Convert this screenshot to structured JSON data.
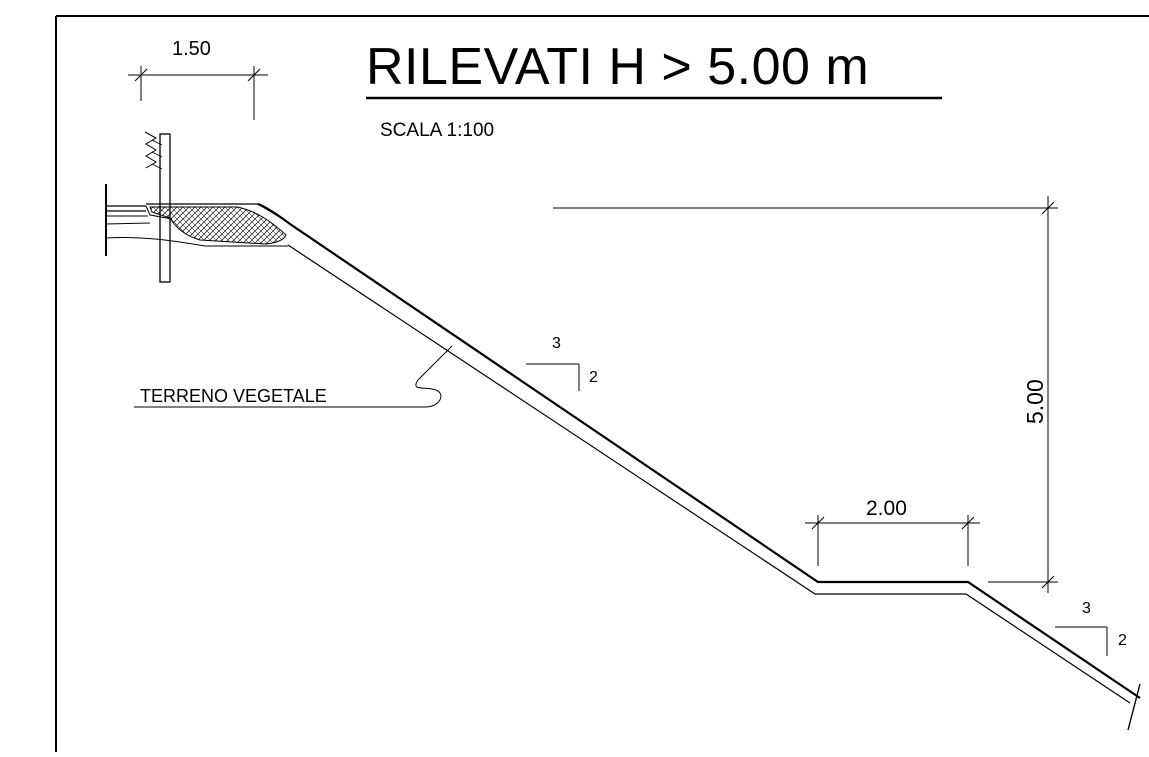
{
  "title": "RILEVATI  H > 5.00 m",
  "scale_label": "SCALA 1:100",
  "dimensions": {
    "top_width": "1.50",
    "berm_width": "2.00",
    "height": "5.00"
  },
  "slopes": [
    {
      "run": "3",
      "rise": "2"
    },
    {
      "run": "3",
      "rise": "2"
    }
  ],
  "labels": {
    "topsoil": "TERRENO VEGETALE"
  }
}
